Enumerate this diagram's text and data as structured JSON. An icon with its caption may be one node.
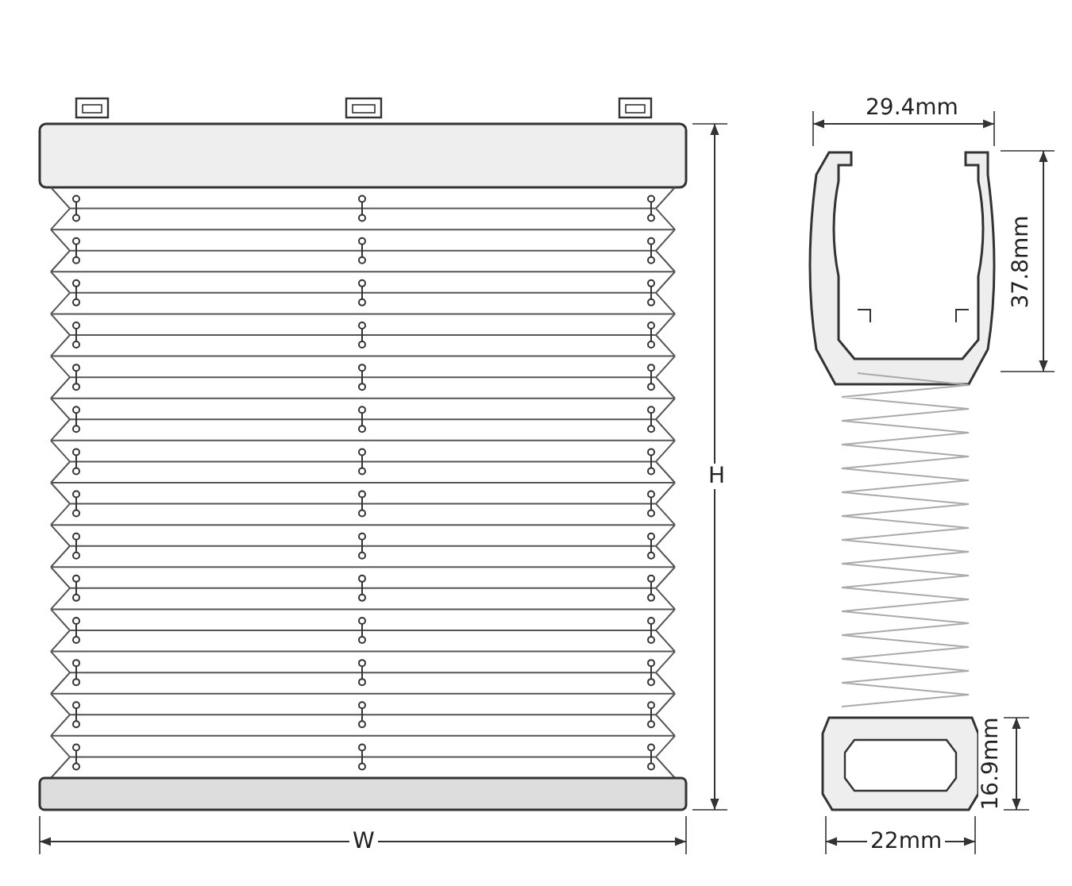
{
  "diagram": {
    "labels": [
      "29.4mm",
      "37.8mm",
      "H",
      "16.9mm",
      "W",
      "22mm"
    ]
  }
}
